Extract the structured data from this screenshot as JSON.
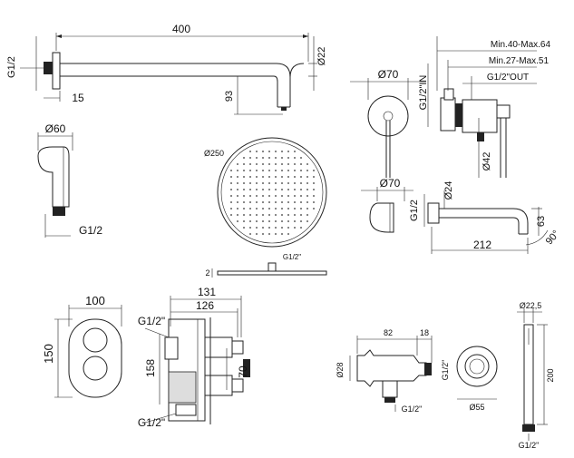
{
  "shower_arm": {
    "length": "400",
    "tube_dia": "Ø22",
    "drop": "93",
    "wall_offset": "15",
    "thread": "G1/2"
  },
  "wall_flange": {
    "dia": "Ø60",
    "thread": "G1/2"
  },
  "shower_head": {
    "dia": "Ø250",
    "thread": "G1/2\"",
    "thickness": "2"
  },
  "mixer_top": {
    "plate_dia": "Ø70",
    "thread_in": "G1/2\"IN",
    "range_max": "Min.40-Max.64",
    "range_min": "Min.27-Max.51",
    "thread_out": "G1/2\"OUT",
    "body_dia": "Ø42"
  },
  "spout": {
    "plate_dia": "Ø70",
    "tube_dia": "Ø24",
    "thread": "G1/2",
    "reach": "212",
    "height": "63",
    "angle": "90°"
  },
  "thermostatic": {
    "width": "100",
    "height": "150",
    "depth_total": "131",
    "depth_body": "126",
    "thread_top": "G1/2\"",
    "thread_bottom": "G1/2\"",
    "body_height": "158",
    "side": "70"
  },
  "wall_outlet": {
    "length": "82",
    "nut": "18",
    "dia_body": "Ø28",
    "thread_side": "G1/2\"",
    "thread_bottom": "G1/2\"",
    "flange_dia": "Ø55"
  },
  "hand_shower": {
    "dia": "Ø22,5",
    "length": "200",
    "thread": "G1/2\""
  }
}
